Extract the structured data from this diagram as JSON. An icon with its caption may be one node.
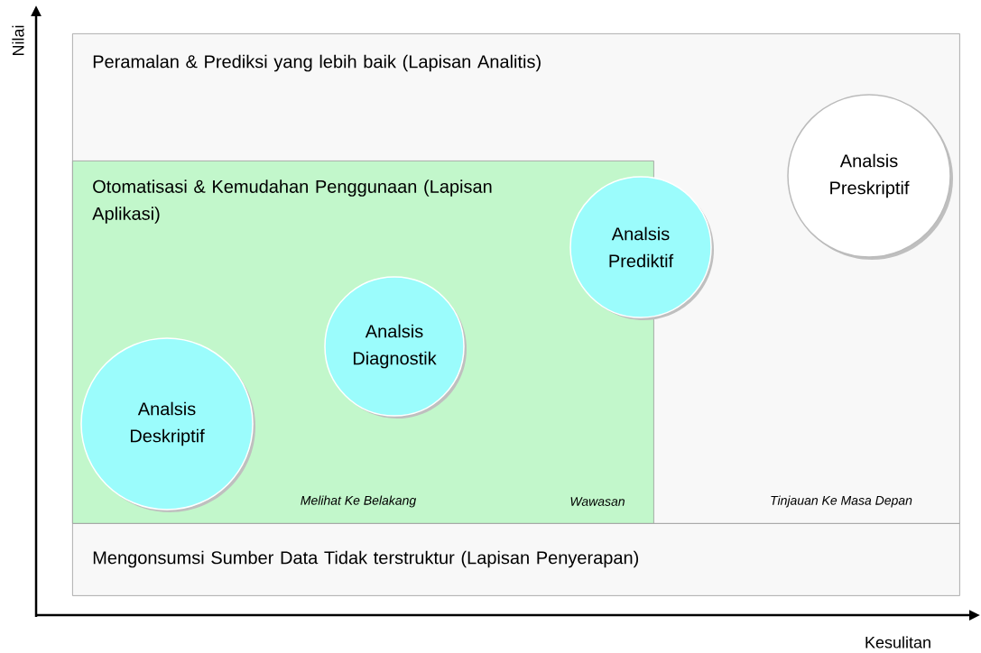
{
  "diagram": {
    "nodes": [
      {
        "text": [
          "Peramalan & Prediksi yang lebih baik (Lapisan Analitis)"
        ]
      },
      {
        "text": [
          "Otomatisasi & Kemudahan Penggunaan (Lapisan Aplikasi)"
        ],
        "in": 0
      },
      {
        "text": [
          "Analsis Deskriptif"
        ],
        "in": 1
      },
      {
        "text": [
          "Analsis Diagnostik"
        ],
        "in": 1
      },
      {
        "text": [
          "Analsis Prediktif"
        ],
        "in": 0
      },
      {
        "text": [
          "Analsis Preskriptif"
        ],
        "in": 0
      },
      {
        "text": [
          "Mengonsumsi Sumber Data Tidak terstruktur (Lapisan Penyerapan)"
        ]
      }
    ],
    "edges": [],
    "labels": [
      "Nilai",
      "Melihat Ke Belakang",
      "Wawasan",
      "Tinjauan Ke Masa Depan",
      "Kesulitan"
    ]
  }
}
